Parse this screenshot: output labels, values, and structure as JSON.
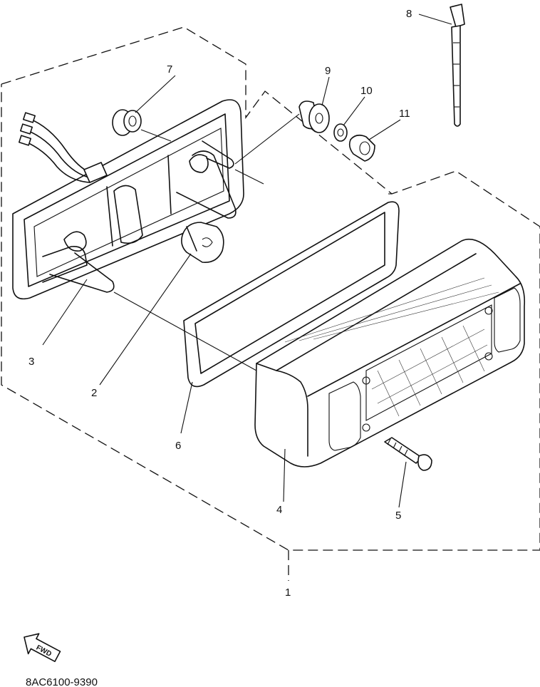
{
  "diagram": {
    "callouts": [
      "1",
      "2",
      "3",
      "4",
      "5",
      "6",
      "7",
      "8",
      "9",
      "10",
      "11"
    ],
    "fwd_label": "FWD",
    "drawing_code": "8AC6100-9390"
  }
}
